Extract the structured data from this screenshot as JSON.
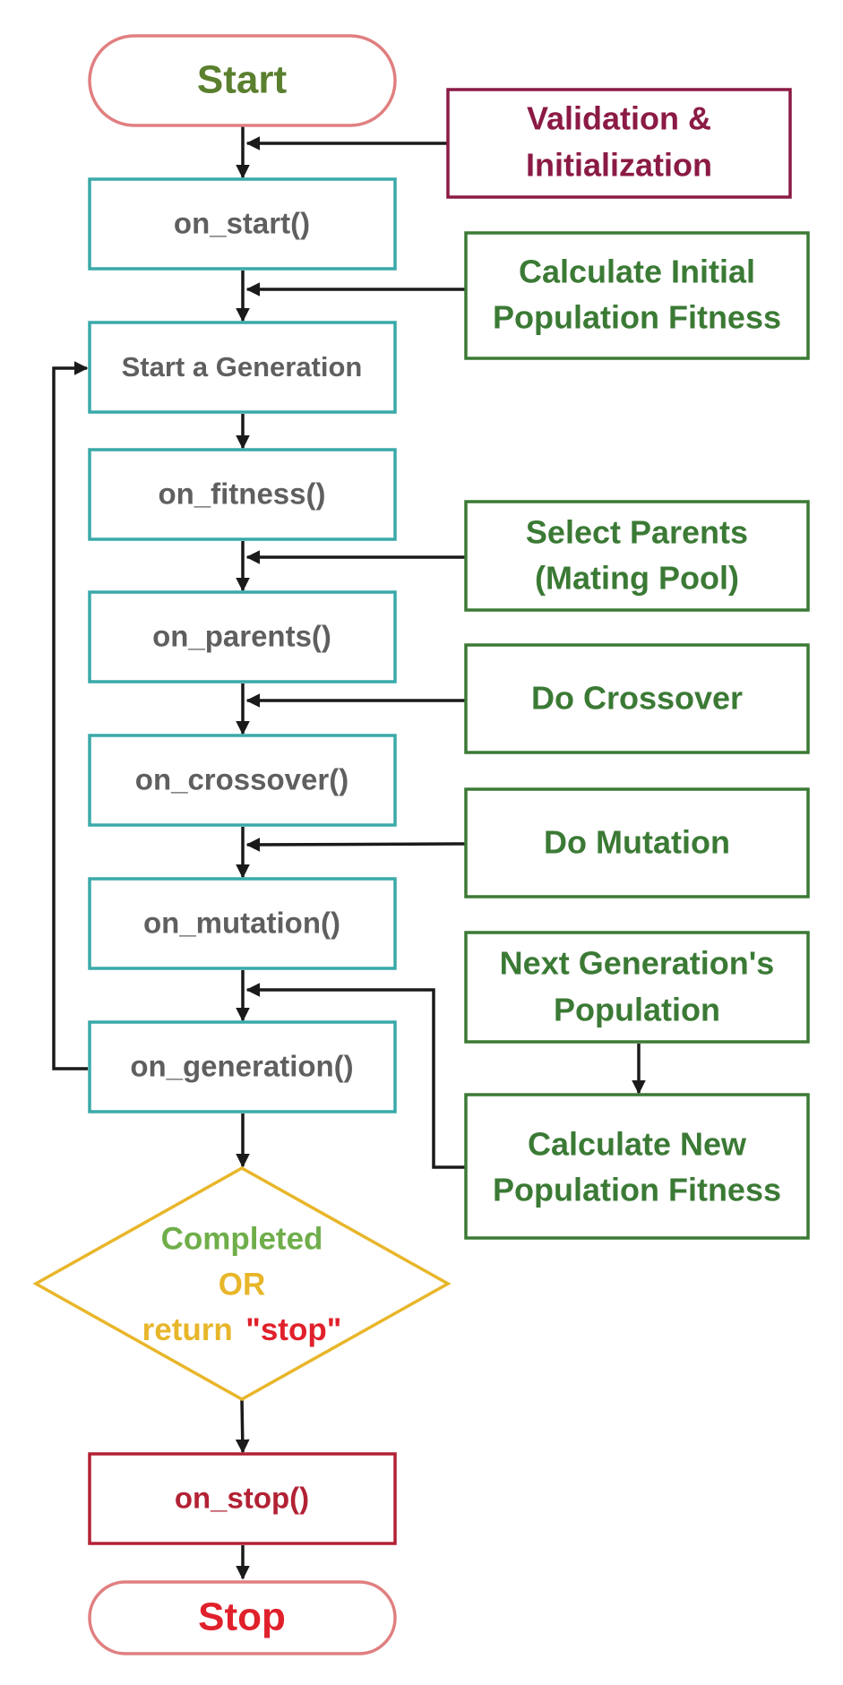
{
  "terminals": {
    "start": "Start",
    "stop": "Stop"
  },
  "hooks": {
    "on_start": "on_start()",
    "start_generation": "Start a Generation",
    "on_fitness": "on_fitness()",
    "on_parents": "on_parents()",
    "on_crossover": "on_crossover()",
    "on_mutation": "on_mutation()",
    "on_generation": "on_generation()",
    "on_stop": "on_stop()"
  },
  "steps": {
    "validation": [
      "Validation &",
      "Initialization"
    ],
    "initial_fitness": [
      "Calculate Initial",
      "Population Fitness"
    ],
    "select_parents": [
      "Select Parents",
      "(Mating Pool)"
    ],
    "crossover": "Do Crossover",
    "mutation": "Do Mutation",
    "next_generation": [
      "Next Generation's",
      "Population"
    ],
    "new_fitness": [
      "Calculate New",
      "Population Fitness"
    ]
  },
  "decision": {
    "completed": "Completed",
    "or": "OR",
    "return": "return",
    "stop_value": "\"stop\""
  },
  "colors": {
    "teal": "#3aa9a9",
    "green": "#3b7a35",
    "maroon": "#8b1a45",
    "crimson": "#b22234",
    "salmon": "#e07f80",
    "gold": "#e8b62a",
    "arrow": "#1a1a1a"
  }
}
